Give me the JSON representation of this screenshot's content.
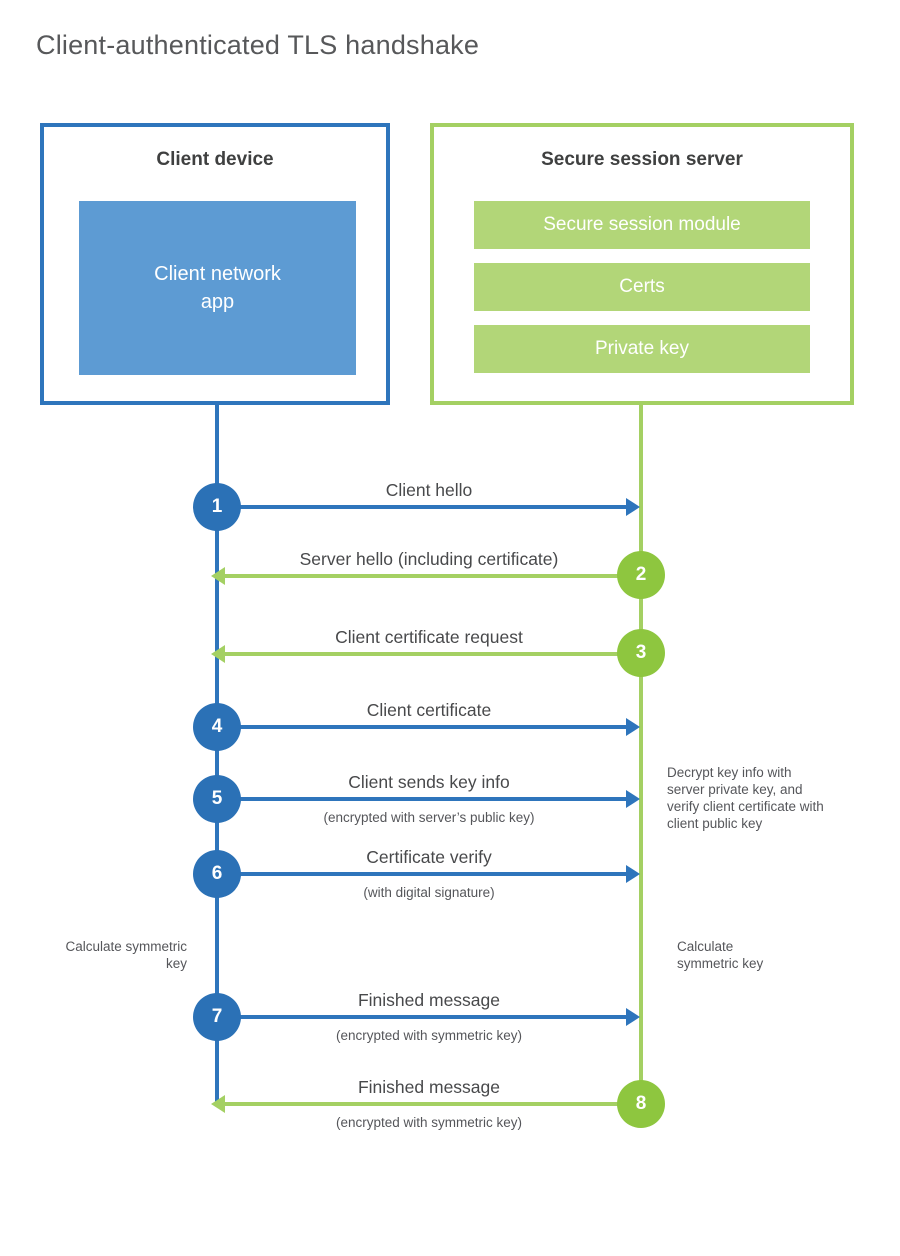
{
  "page": {
    "title": "Client-authenticated TLS handshake"
  },
  "colors": {
    "blue_line": "#2e75bc",
    "blue_circle": "#2b71b6",
    "blue_fill": "#5d9bd3",
    "green_line": "#a4d063",
    "green_circle": "#8ec63f",
    "green_fill": "#b2d678"
  },
  "client_box": {
    "title": "Client device",
    "app_label": "Client network app"
  },
  "server_box": {
    "title": "Secure session server",
    "modules": [
      "Secure session module",
      "Certs",
      "Private key"
    ]
  },
  "rows": [
    {
      "num": 1,
      "direction": "client-to-server",
      "label": "Client hello",
      "sub": ""
    },
    {
      "num": 2,
      "direction": "server-to-client",
      "label": "Server hello (including certificate)",
      "sub": ""
    },
    {
      "num": 3,
      "direction": "server-to-client",
      "label": "Client certificate request",
      "sub": ""
    },
    {
      "num": 4,
      "direction": "client-to-server",
      "label": "Client certificate",
      "sub": ""
    },
    {
      "num": 5,
      "direction": "client-to-server",
      "label": "Client sends key info",
      "sub": "(encrypted with server’s public key)"
    },
    {
      "num": 6,
      "direction": "client-to-server",
      "label": "Certificate verify",
      "sub": "(with digital signature)"
    },
    {
      "num": 7,
      "direction": "client-to-server",
      "label": "Finished message",
      "sub": "(encrypted with symmetric key)"
    },
    {
      "num": 8,
      "direction": "server-to-client",
      "label": "Finished message",
      "sub": "(encrypted with symmetric key)"
    }
  ],
  "annotations": {
    "decrypt_note": "Decrypt key info with server private key, and verify client certificate with client public key",
    "calc_left": "Calculate symmetric key",
    "calc_right": "Calculate symmetric key"
  }
}
